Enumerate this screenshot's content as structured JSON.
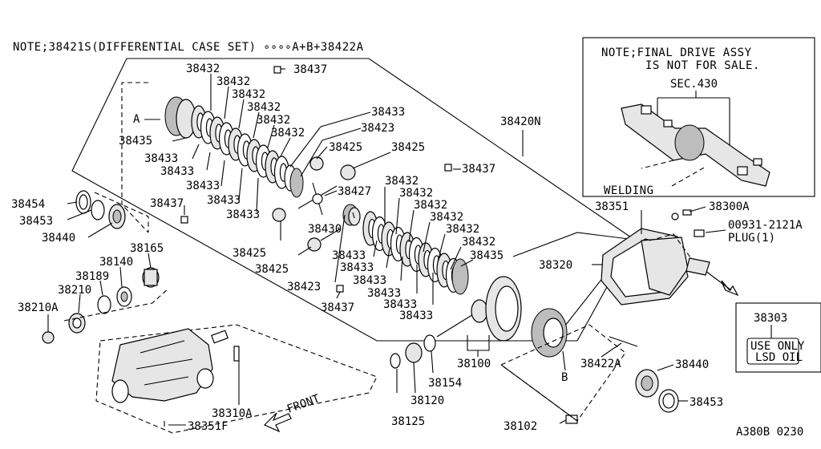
{
  "notes": {
    "case_set": "NOTE;38421S(DIFFERENTIAL CASE SET) ∘∘∘∘A+B+38422A",
    "final_drive_line1": "NOTE;FINAL DRIVE ASSY",
    "final_drive_line2": "IS NOT FOR SALE.",
    "sec": "SEC.430",
    "welding": "WELDING",
    "front": "FRONT",
    "figure_id": "A380B 0230"
  },
  "service_box": {
    "part": "38303",
    "line1": "USE ONLY",
    "line2": "LSD OIL"
  },
  "letters": {
    "a": "A",
    "b": "B"
  },
  "labels": {
    "p38432_1": "38432",
    "p38432_2": "38432",
    "p38432_3": "38432",
    "p38432_4": "38432",
    "p38432_5": "38432",
    "p38432_6": "38432",
    "p38437_top": "38437",
    "p38433_top": "38433",
    "p38423_top": "38423",
    "p38420n": "38420N",
    "p38435_left": "38435",
    "p38433_l1": "38433",
    "p38433_l2": "38433",
    "p38433_l3": "38433",
    "p38433_l4": "38433",
    "p38433_l5": "38433",
    "p38425_a": "38425",
    "p38425_b": "38425",
    "p38437_right": "38437",
    "p38427": "38427",
    "p38432_r1": "38432",
    "p38432_r2": "38432",
    "p38432_r3": "38432",
    "p38432_r4": "38432",
    "p38432_r5": "38432",
    "p38432_r6": "38432",
    "p38435_right": "38435",
    "p38433_r1": "38433",
    "p38433_r2": "38433",
    "p38433_r3": "38433",
    "p38433_r4": "38433",
    "p38433_r5": "38433",
    "p38430": "38430",
    "p38425_c": "38425",
    "p38425_d": "38425",
    "p38423_bottom": "38423",
    "p38437_bottom": "38437",
    "p38437_left": "38437",
    "p38454": "38454",
    "p38453_left": "38453",
    "p38440_left": "38440",
    "p38165": "38165",
    "p38140": "38140",
    "p38189": "38189",
    "p38210": "38210",
    "p38210a": "38210A",
    "p38310a": "38310A",
    "p38351f": "38351F",
    "p38125": "38125",
    "p38120": "38120",
    "p38154": "38154",
    "p38100": "38100",
    "p38102": "38102",
    "p38422a": "38422A",
    "p38440_right": "38440",
    "p38453_right": "38453",
    "p38351": "38351",
    "p38300a": "38300A",
    "p00931": "00931-2121A",
    "plug": "PLUG(1)",
    "p38320": "38320"
  }
}
